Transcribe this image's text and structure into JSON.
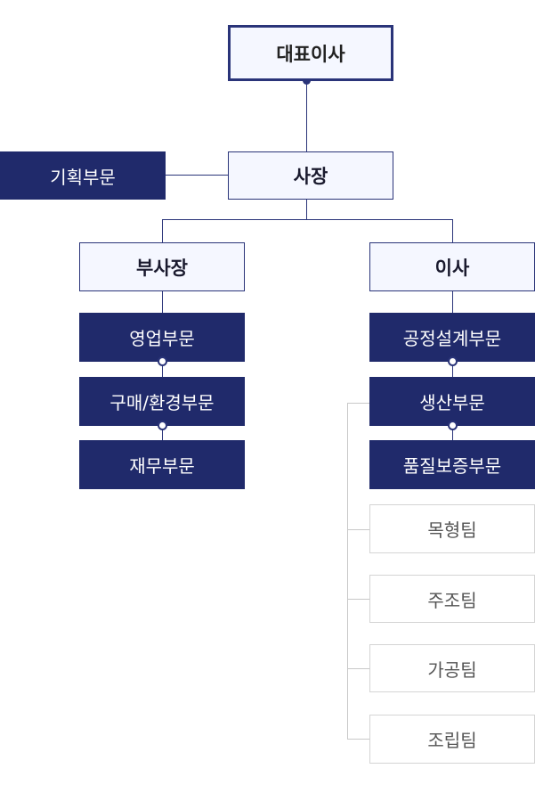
{
  "ceo": "대표이사",
  "president": "사장",
  "planning": "기획부문",
  "vice_president": "부사장",
  "director": "이사",
  "vp_departments": [
    "영업부문",
    "구매/환경부문",
    "재무부문"
  ],
  "director_departments": [
    "공정설계부문",
    "생산부문",
    "품질보증부문"
  ],
  "production_teams": [
    "목형팀",
    "주조팀",
    "가공팀",
    "조립팀"
  ]
}
